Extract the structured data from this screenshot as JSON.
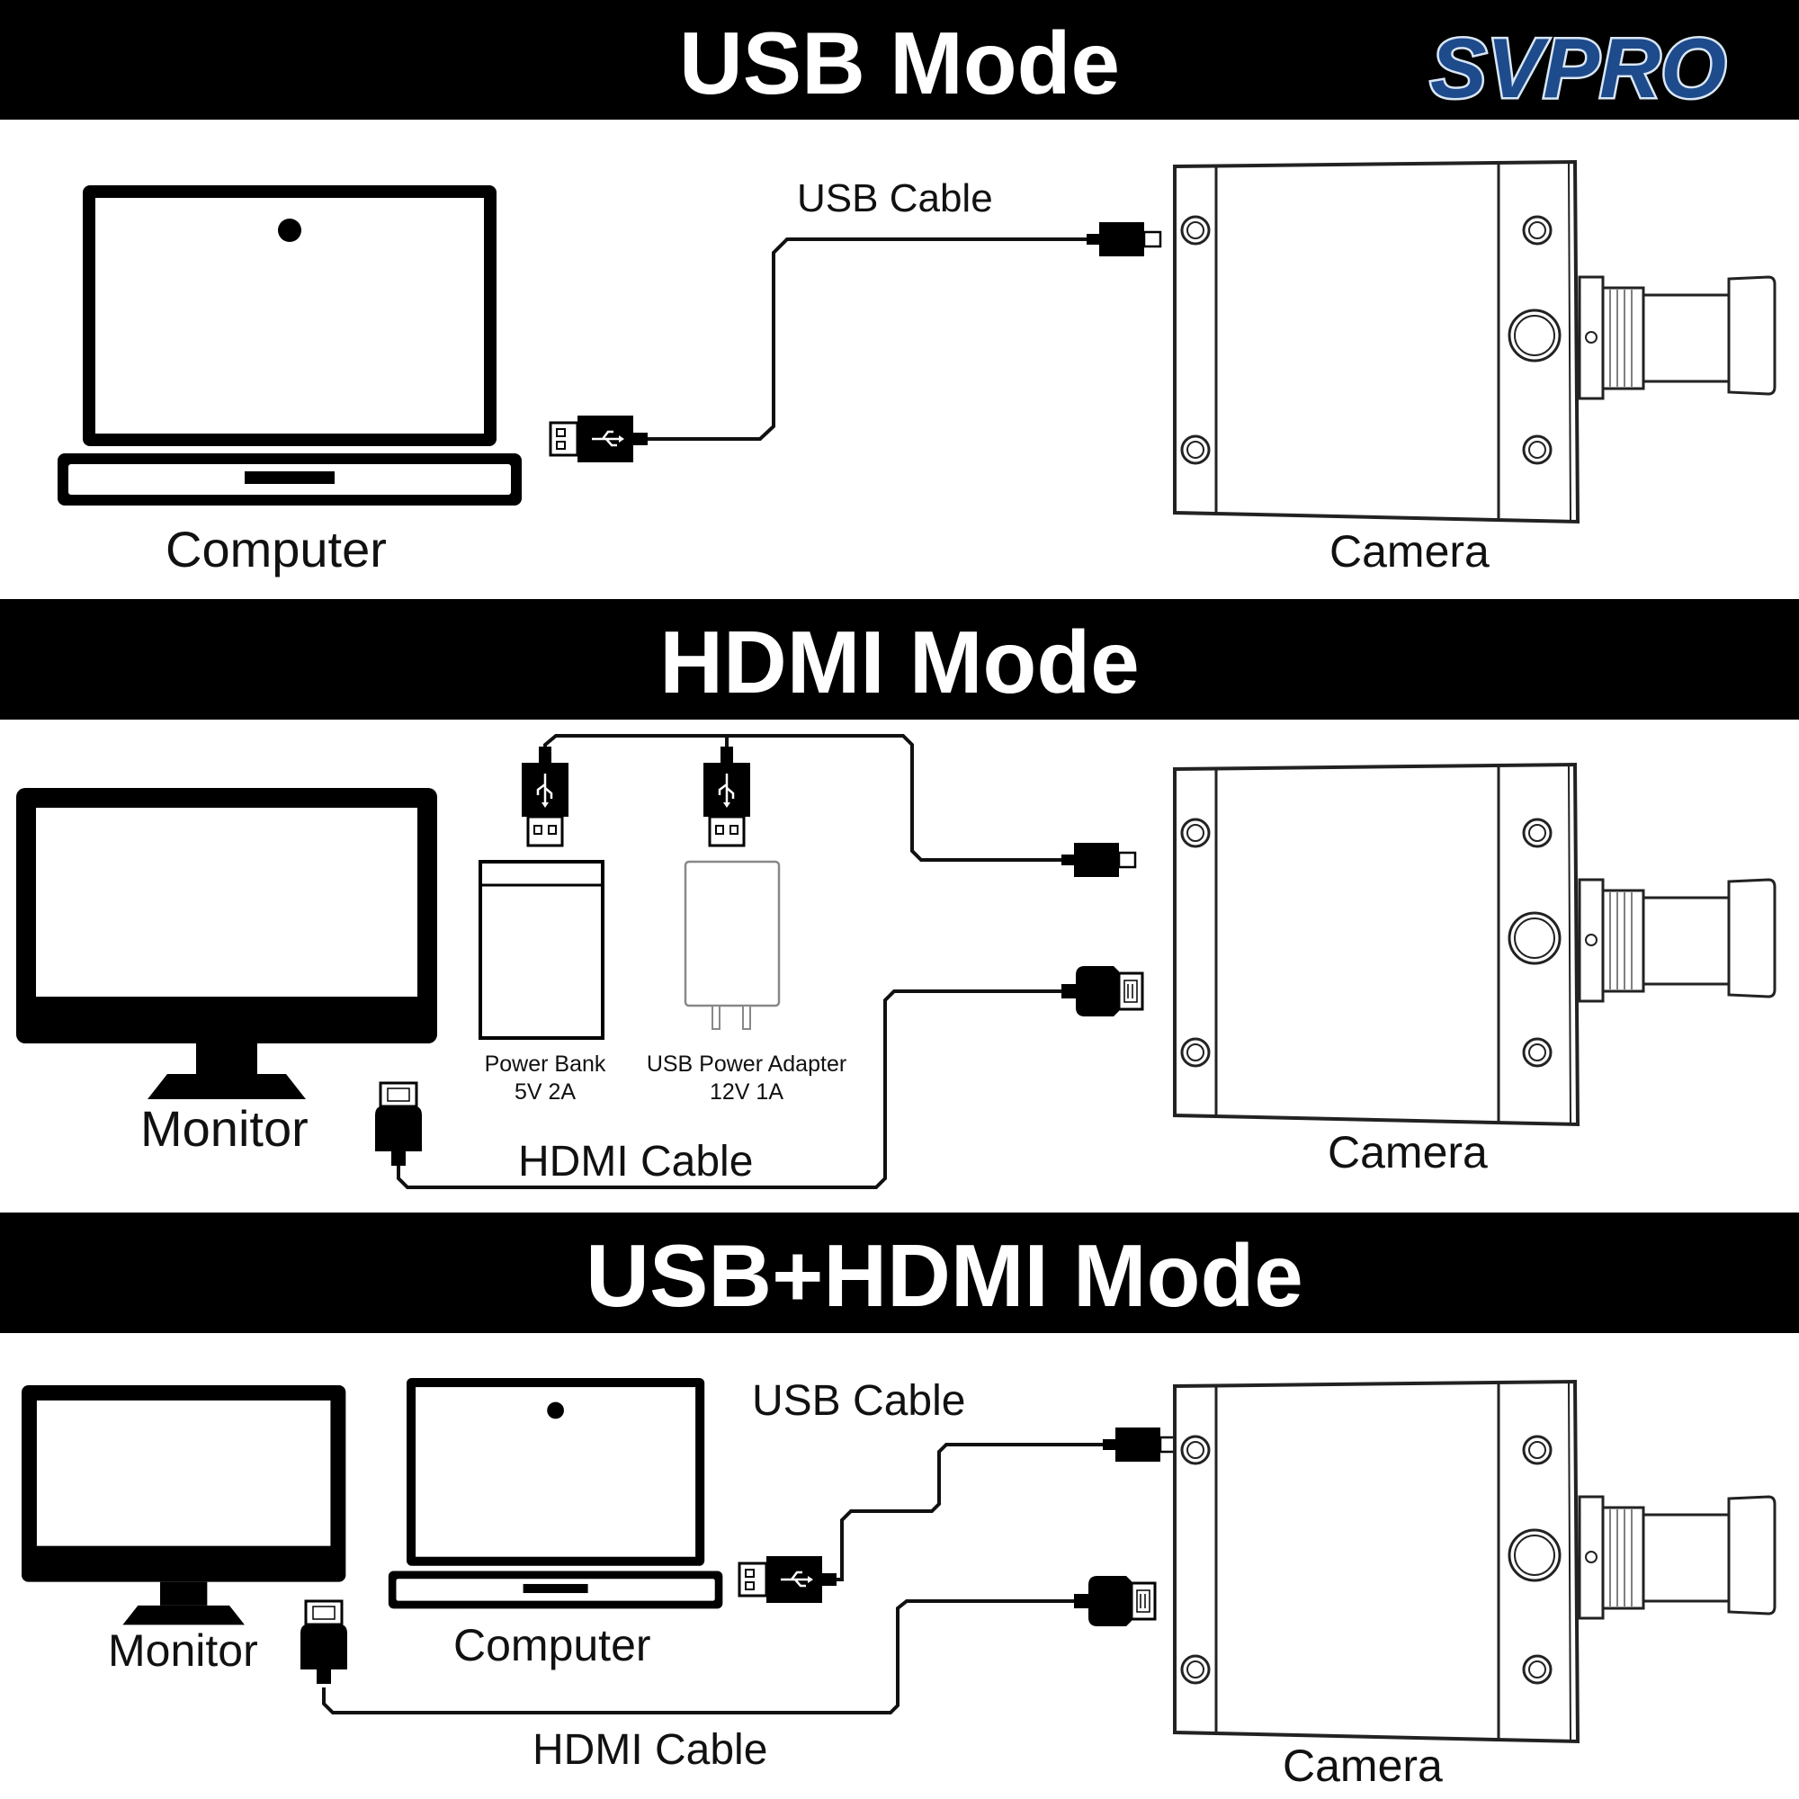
{
  "brand": {
    "text": "SVPRO",
    "color": "#1e4b8c"
  },
  "colors": {
    "band": "#000000",
    "band_text": "#ffffff",
    "line": "#111111"
  },
  "sections": [
    {
      "title": "USB Mode",
      "labels": {
        "computer": "Computer",
        "camera": "Camera",
        "usb_cable": "USB Cable"
      }
    },
    {
      "title": "HDMI Mode",
      "labels": {
        "monitor": "Monitor",
        "camera": "Camera",
        "hdmi_cable": "HDMI Cable",
        "power_bank_name": "Power Bank",
        "power_bank_spec": "5V 2A",
        "adapter_name": "USB Power Adapter",
        "adapter_spec": "12V 1A"
      }
    },
    {
      "title": "USB+HDMI Mode",
      "labels": {
        "monitor": "Monitor",
        "computer": "Computer",
        "camera": "Camera",
        "usb_cable": "USB Cable",
        "hdmi_cable": "HDMI Cable"
      }
    }
  ]
}
